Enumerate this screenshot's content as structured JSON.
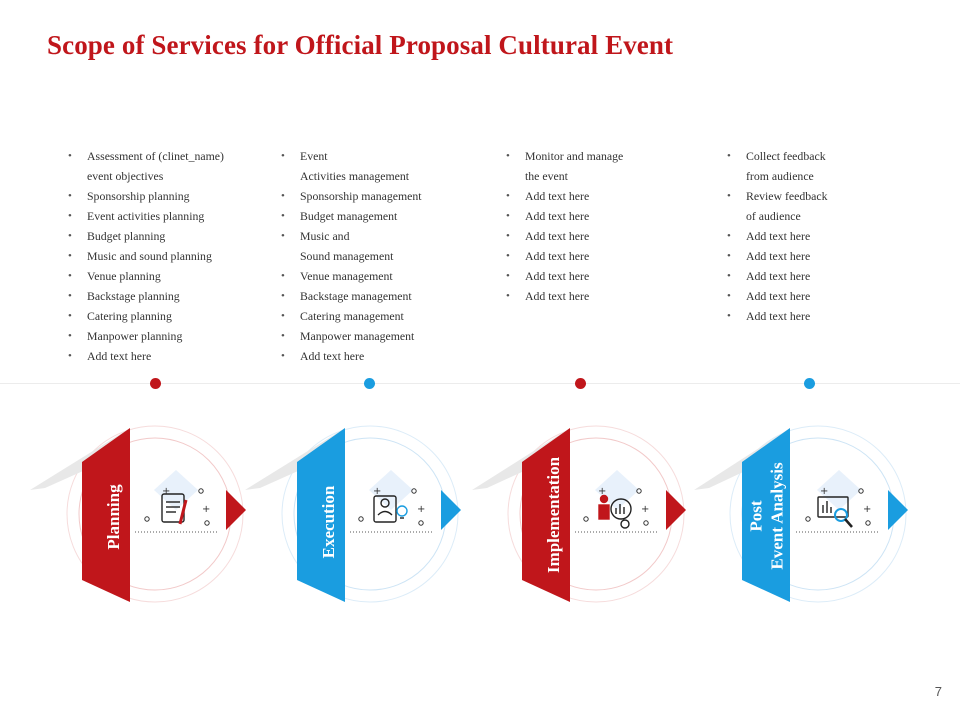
{
  "title": "Scope of Services for Official Proposal Cultural Event",
  "page_number": "7",
  "colors": {
    "red": "#c0161b",
    "blue": "#1a9de0"
  },
  "columns": [
    {
      "items": [
        "Assessment of (clinet_name)\nevent objectives",
        "Sponsorship planning",
        "Event activities planning",
        "Budget planning",
        "Music and sound planning",
        "Venue planning",
        "Backstage planning",
        "Catering planning",
        "Manpower planning",
        "Add text here"
      ]
    },
    {
      "items": [
        "Event\nActivities management",
        "Sponsorship management",
        "Budget management",
        "Music and\nSound management",
        "Venue management",
        "Backstage management",
        "Catering management",
        "Manpower management",
        "Add text here"
      ]
    },
    {
      "items": [
        "Monitor and manage\nthe event",
        "Add text here",
        "Add text here",
        "Add text here",
        "Add text here",
        "Add text here",
        "Add text here"
      ]
    },
    {
      "items": [
        "Collect feedback\nfrom audience",
        "Review feedback\nof audience",
        "Add text here",
        "Add text here",
        "Add text here",
        "Add text here",
        "Add text here"
      ]
    }
  ],
  "stages": [
    {
      "label": "Planning",
      "color": "red",
      "icon": "clipboard-pencil-icon"
    },
    {
      "label": "Execution",
      "color": "blue",
      "icon": "person-lightbulb-icon"
    },
    {
      "label": "Implementation",
      "color": "red",
      "icon": "person-gear-chart-icon"
    },
    {
      "label": "Post\nEvent Analysis",
      "color": "blue",
      "icon": "chart-magnifier-icon"
    }
  ]
}
